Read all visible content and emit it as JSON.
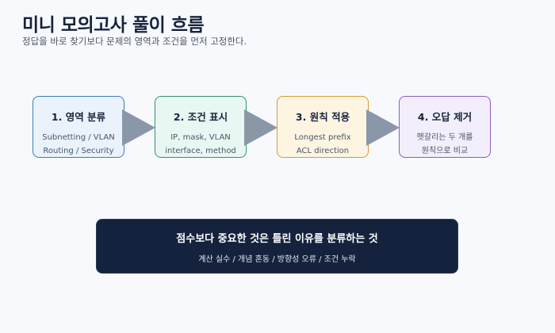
{
  "header": {
    "title": "미니 모의고사 풀이 흐름",
    "subtitle": "정답을 바로 찾기보다 문제의 영역과 조건을 먼저 고정한다."
  },
  "steps": [
    {
      "label": "1. 영역 분류",
      "lines": [
        "Subnetting / VLAN",
        "Routing / Security"
      ],
      "fill": "#eaf3fb",
      "border": "#3d7cc0"
    },
    {
      "label": "2. 조건 표시",
      "lines": [
        "IP, mask, VLAN",
        "interface, method"
      ],
      "fill": "#e9f7f2",
      "border": "#2f9472"
    },
    {
      "label": "3. 원칙 적용",
      "lines": [
        "Longest prefix",
        "ACL direction"
      ],
      "fill": "#fdf5e2",
      "border": "#d99a2a"
    },
    {
      "label": "4. 오답 제거",
      "lines": [
        "헷갈리는 두 개를",
        "원칙으로 비교"
      ],
      "fill": "#f3eefb",
      "border": "#8b5cc0"
    }
  ],
  "arrow_color": "#8a97a8",
  "banner": {
    "headline": "점수보다 중요한 것은 틀린 이유를 분류하는 것",
    "detail": "계산 실수 / 개념 혼동 / 방향성 오류 / 조건 누락"
  }
}
